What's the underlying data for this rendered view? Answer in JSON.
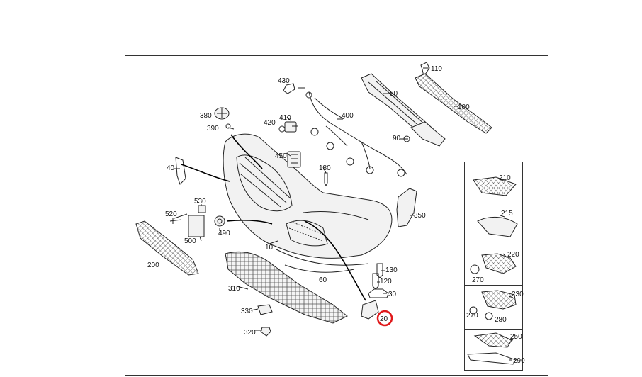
{
  "diagram": {
    "main_parts": [
      {
        "id": "p110",
        "label": "110"
      },
      {
        "id": "p430",
        "label": "430"
      },
      {
        "id": "p80",
        "label": "80"
      },
      {
        "id": "p100",
        "label": "100"
      },
      {
        "id": "p380",
        "label": "380"
      },
      {
        "id": "p410",
        "label": "410"
      },
      {
        "id": "p400",
        "label": "400"
      },
      {
        "id": "p420",
        "label": "420"
      },
      {
        "id": "p390",
        "label": "390"
      },
      {
        "id": "p90",
        "label": "90"
      },
      {
        "id": "p450",
        "label": "450"
      },
      {
        "id": "p40",
        "label": "40"
      },
      {
        "id": "p180",
        "label": "180"
      },
      {
        "id": "p530",
        "label": "530"
      },
      {
        "id": "p520",
        "label": "520"
      },
      {
        "id": "p350",
        "label": "350"
      },
      {
        "id": "p490",
        "label": "490"
      },
      {
        "id": "p500",
        "label": "500"
      },
      {
        "id": "p10",
        "label": "10"
      },
      {
        "id": "p200",
        "label": "200"
      },
      {
        "id": "p130",
        "label": "130"
      },
      {
        "id": "p60",
        "label": "60"
      },
      {
        "id": "p120",
        "label": "120"
      },
      {
        "id": "p310",
        "label": "310"
      },
      {
        "id": "p30",
        "label": "30"
      },
      {
        "id": "p330",
        "label": "330"
      },
      {
        "id": "p320",
        "label": "320"
      }
    ],
    "highlighted_part": {
      "label": "20",
      "color": "#e0191b"
    },
    "side_panels": [
      {
        "labels": [
          "210"
        ]
      },
      {
        "labels": [
          "215"
        ]
      },
      {
        "labels": [
          "220",
          "270"
        ]
      },
      {
        "labels": [
          "230",
          "270",
          "280"
        ]
      },
      {
        "labels": [
          "250",
          "290"
        ]
      }
    ]
  }
}
